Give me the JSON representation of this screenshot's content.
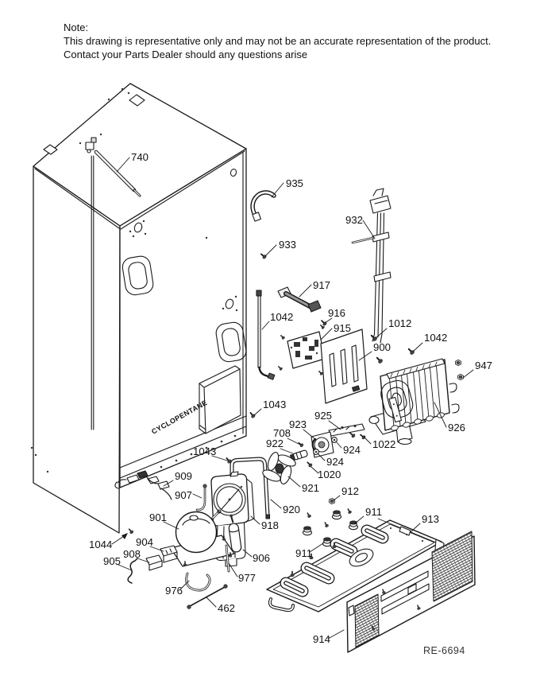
{
  "note": {
    "heading": "Note:",
    "line1": "This drawing is representative only and may not be an accurate representation of the product.",
    "line2": "Contact your Parts Dealer should any questions arise"
  },
  "diagram": {
    "cabinet_text": "CYCLOPENTANE",
    "drawing_number": "RE-6694"
  },
  "colors": {
    "ink": "#1a1a1a",
    "background": "#ffffff"
  },
  "callouts": [
    "740",
    "935",
    "932",
    "933",
    "917",
    "916",
    "1042",
    "915",
    "1012",
    "900",
    "1042",
    "947",
    "926",
    "1043",
    "925",
    "923",
    "708",
    "922",
    "924",
    "1022",
    "924",
    "1020",
    "921",
    "912",
    "911",
    "920",
    "918",
    "913",
    "911",
    "1043",
    "909",
    "907",
    "901",
    "1044",
    "904",
    "908",
    "905",
    "906",
    "976",
    "977",
    "462",
    "914"
  ]
}
